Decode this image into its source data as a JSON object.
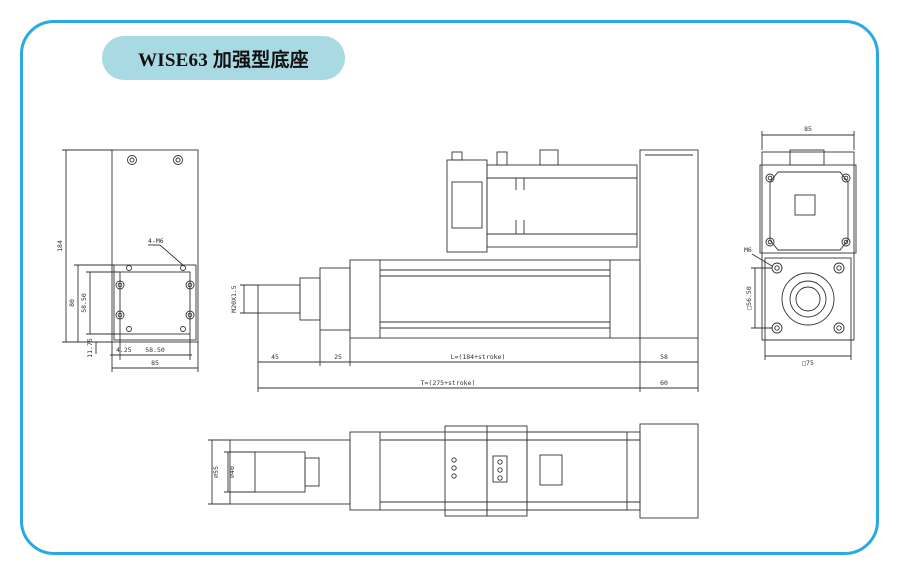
{
  "title": "WISE63 加强型底座",
  "colors": {
    "frame": "#2aa9e0",
    "title_pill": "#a9d9e3",
    "line": "#333333"
  },
  "left_view": {
    "height": "184",
    "mount_height": "80",
    "hole_height": "58.50",
    "bottom_offset": "11.75",
    "left_offset": "4.25",
    "hole_width": "58.50",
    "width": "85",
    "thread": "4-M6"
  },
  "side_view": {
    "rod_thread": "M20X1.5",
    "rod_length": "45",
    "gap": "25",
    "body_length": "L=(184+stroke)",
    "end_length": "58",
    "total_length": "T=(275+stroke)",
    "end_total": "60"
  },
  "right_view": {
    "width": "85",
    "thread": "M6",
    "hole_spacing": "□56.50",
    "square": "□75"
  },
  "bottom_view": {
    "outer_dia": "⌀55",
    "rod_dia": "⌀40"
  }
}
